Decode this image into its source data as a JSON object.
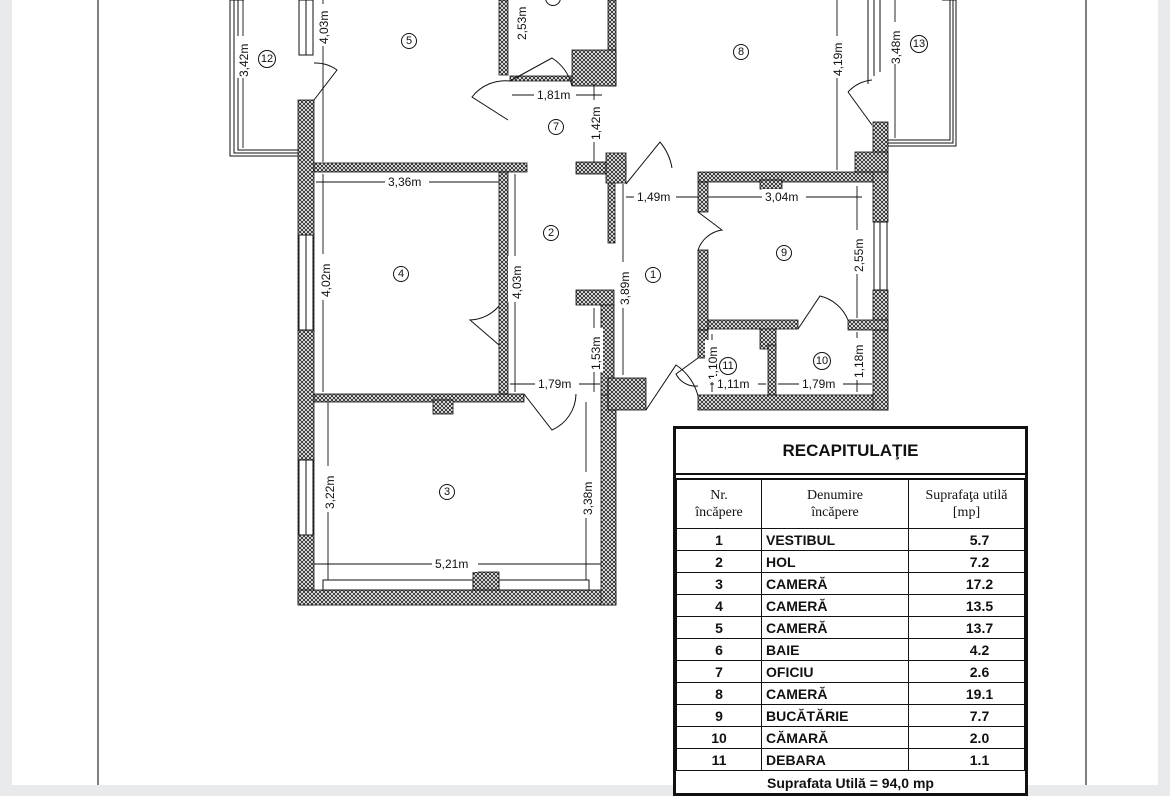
{
  "plan": {
    "dimensions": [
      "4,03m",
      "3,42m",
      "2,53m",
      "4,19m",
      "3,48m",
      "1,81m",
      "1,42m",
      "3,36m",
      "1,49m",
      "3,04m",
      "4,02m",
      "4,03m",
      "3,89m",
      "2,55m",
      "1,53m",
      "1,10m",
      "1,18m",
      "1,79m",
      "1,11m",
      "1,79m",
      "3,22m",
      "3,38m",
      "5,21m"
    ],
    "room_markers": [
      "1",
      "2",
      "3",
      "4",
      "5",
      "7",
      "8",
      "9",
      "10",
      "11",
      "12",
      "13"
    ]
  },
  "recap": {
    "title": "RECAPITULAŢIE",
    "headers": {
      "nr_line1": "Nr.",
      "nr_line2": "încăpere",
      "name_line1": "Denumire",
      "name_line2": "încăpere",
      "area_line1": "Suprafaţa utilă",
      "area_line2": "[mp]"
    },
    "rows": [
      {
        "nr": "1",
        "name": "VESTIBUL",
        "area": "5.7"
      },
      {
        "nr": "2",
        "name": "HOL",
        "area": "7.2"
      },
      {
        "nr": "3",
        "name": "CAMERĂ",
        "area": "17.2"
      },
      {
        "nr": "4",
        "name": "CAMERĂ",
        "area": "13.5"
      },
      {
        "nr": "5",
        "name": "CAMERĂ",
        "area": "13.7"
      },
      {
        "nr": "6",
        "name": "BAIE",
        "area": "4.2"
      },
      {
        "nr": "7",
        "name": "OFICIU",
        "area": "2.6"
      },
      {
        "nr": "8",
        "name": "CAMERĂ",
        "area": "19.1"
      },
      {
        "nr": "9",
        "name": "BUCĂTĂRIE",
        "area": "7.7"
      },
      {
        "nr": "10",
        "name": "CĂMARĂ",
        "area": "2.0"
      },
      {
        "nr": "11",
        "name": "DEBARA",
        "area": "1.1"
      }
    ],
    "total": "Suprafata Utilă = 94,0 mp"
  }
}
